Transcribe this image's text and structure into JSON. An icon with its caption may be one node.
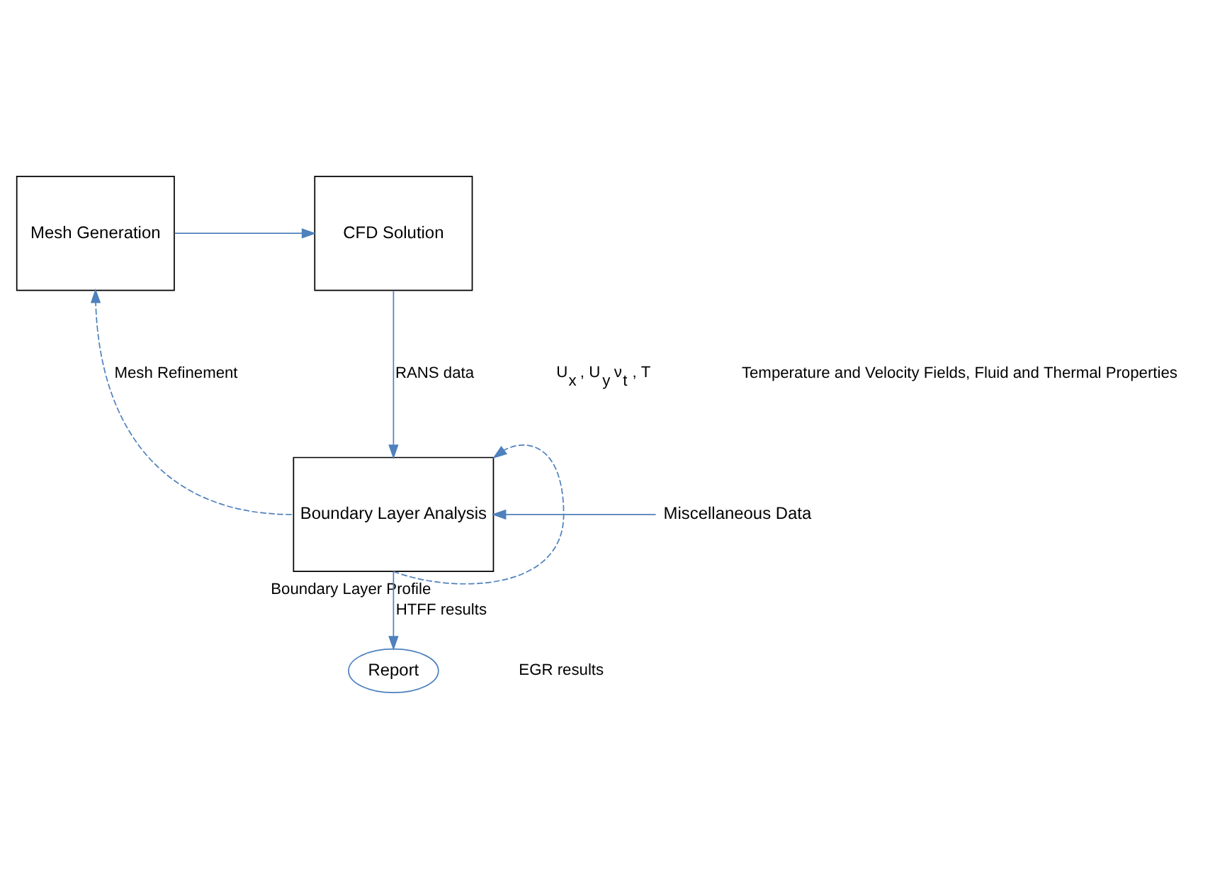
{
  "diagram": {
    "nodes": [
      {
        "text": [
          "Mesh Generation"
        ]
      },
      {
        "text": [
          "CFD Solution"
        ]
      },
      {
        "text": [
          "Boundary Layer Analysis"
        ]
      },
      {
        "text": [
          "Miscellaneous Data"
        ]
      },
      {
        "text": [
          "Report"
        ]
      }
    ],
    "edges": [
      {
        "from": 0,
        "to": 1,
        "arrow": "to"
      },
      {
        "from": 1,
        "to": 2,
        "arrow": "to",
        "label": "RANS data"
      },
      {
        "from": 2,
        "to": 0,
        "arrow": "to",
        "label": "Mesh Refinement",
        "style": "dashed"
      },
      {
        "from": 3,
        "to": 2,
        "arrow": "to"
      },
      {
        "from": 2,
        "to": 4,
        "arrow": "to",
        "label": "HTFF results"
      },
      {
        "from": 2,
        "to": 2,
        "arrow": "to",
        "label": "Boundary Layer Profile",
        "style": "dashed"
      }
    ],
    "labels": [
      "U$_{x}$ , U$_{y}$ ν$_{t}$ , T",
      "Temperature and Velocity Fields, Fluid and Thermal Properties",
      "EGR results"
    ]
  }
}
